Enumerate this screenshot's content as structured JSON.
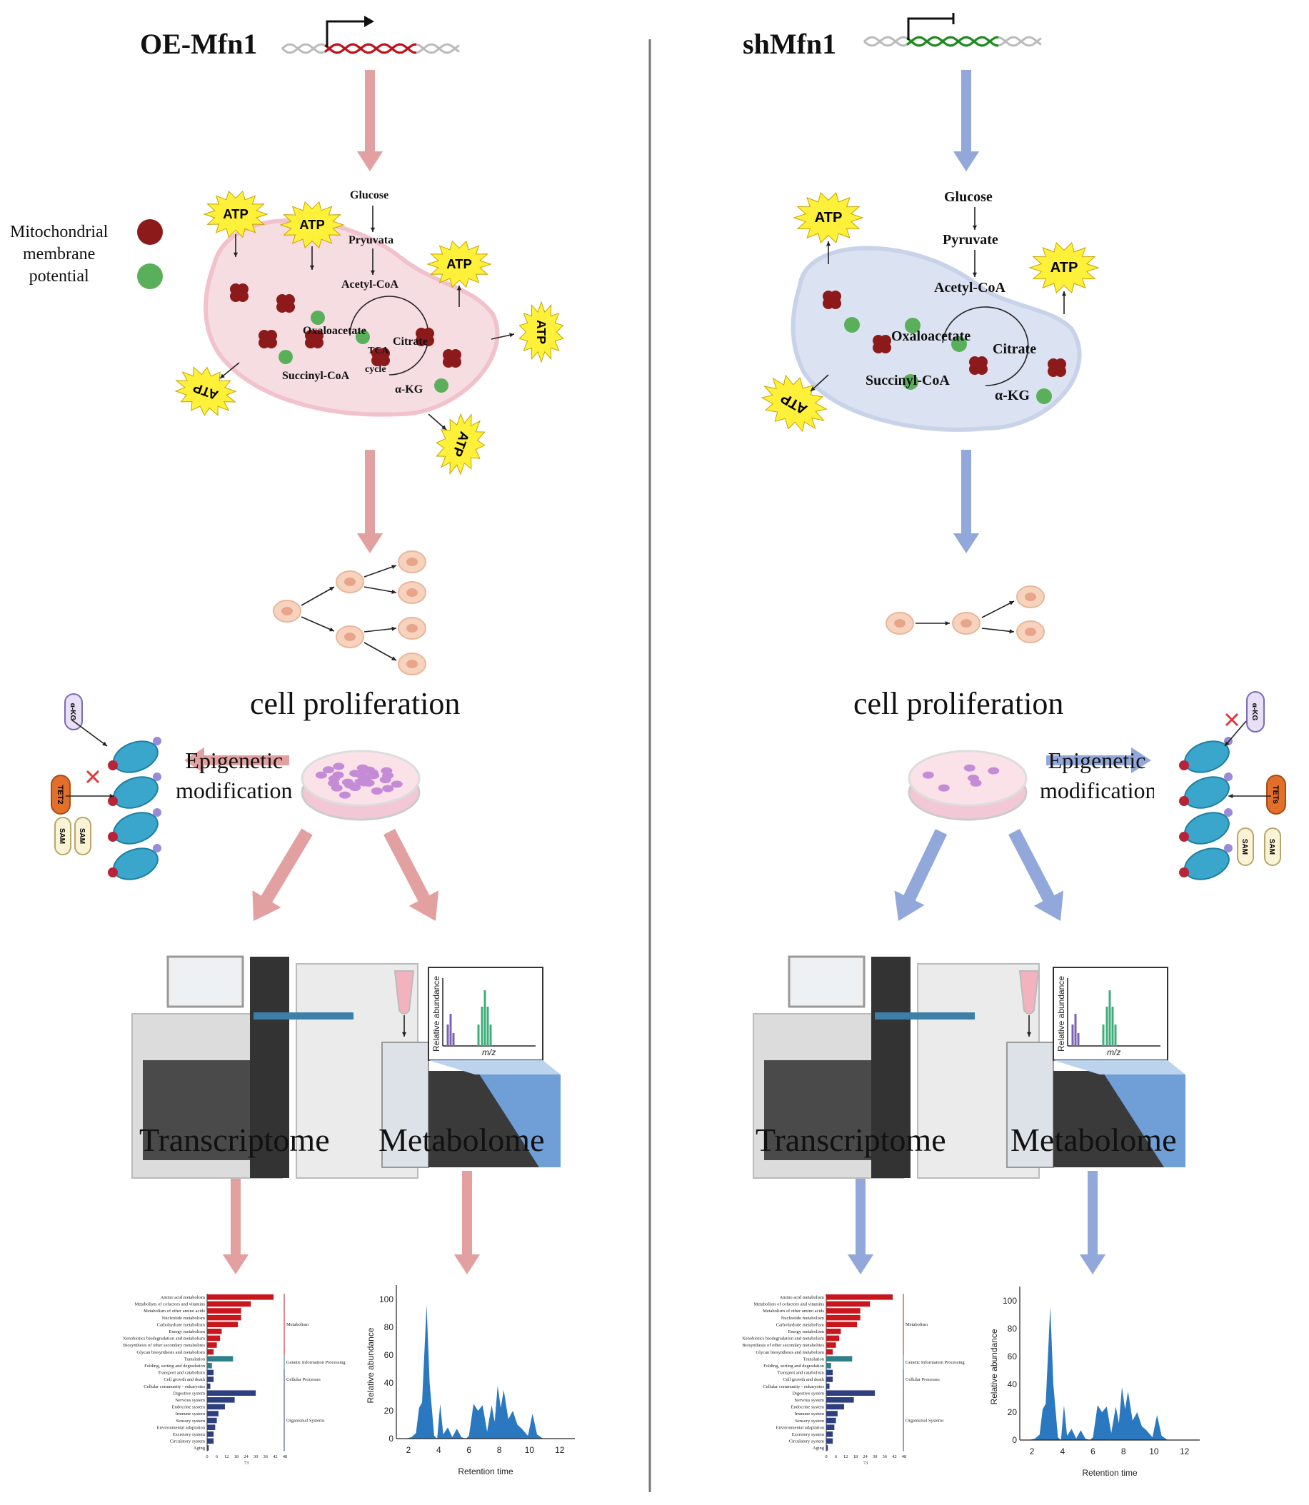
{
  "palette": {
    "left_arrow": "#e3a0a0",
    "right_arrow": "#93a8da",
    "divider": "#777777",
    "atp_fill": "#fff03a",
    "red_dot": "#8c1a1a",
    "green_dot": "#5ab05a",
    "mito_left": "#f6dde2",
    "mito_right": "#dbe2f1",
    "chrom_fill": "#3aa6cc",
    "bar_red": "#c8161d",
    "bar_teal": "#2e7f8a",
    "bar_navy": "#2e3f80",
    "peak_fill": "#2a78c0"
  },
  "legend": {
    "line1": "Mitochondrial",
    "line2": "membrane",
    "line3": "potential"
  },
  "atp_label": "ATP",
  "left": {
    "title": "OE-Mfn1",
    "metabolites": {
      "glucose": "Glucose",
      "pyruvate": "Pryuvata",
      "acetyl": "Acetyl-CoA",
      "oxaloacetate": "Oxaloacetate",
      "citrate": "Citrate",
      "succinyl": "Succinyl-CoA",
      "akg": "α-KG",
      "tca1": "TCA",
      "tca2": "cycle"
    },
    "prolif": "cell proliferation",
    "epi1": "Epigenetic",
    "epi2": "modification",
    "transcriptome": "Transcriptome",
    "metabolome": "Metabolome"
  },
  "right": {
    "title": "shMfn1",
    "metabolites": {
      "glucose": "Glucose",
      "pyruvate": "Pyruvate",
      "acetyl": "Acetyl-CoA",
      "oxaloacetate": "Oxaloacetate",
      "citrate": "Citrate",
      "succinyl": "Succinyl-CoA",
      "akg": "α-KG"
    },
    "prolif": "cell proliferation",
    "epi1": "Epigenetic",
    "epi2": "modification",
    "transcriptome": "Transcriptome",
    "metabolome": "Metabolome"
  },
  "epi_icons": {
    "left_enzyme": "TET2",
    "right_enzyme": "TETs",
    "sam": "SAM",
    "akg": "α-KG"
  },
  "mass_spec": {
    "ylabel": "Relative abundance",
    "xlabel": "m/z"
  },
  "chart_data": [
    {
      "type": "bar",
      "orientation": "horizontal",
      "categories": [
        "Amino acid metabolism",
        "Metabolism of cofactors and vitamins",
        "Metabolism of other amino acids",
        "Nucleotide metabolism",
        "Carbohydrate metabolism",
        "Energy metabolism",
        "Xenobiotics biodegradation and metabolism",
        "Biosynthesis of other secondary metabolites",
        "Glycan biosynthesis and metabolism",
        "Translation",
        "Folding, sorting and degradation",
        "Transport and catabolism",
        "Cell growth and death",
        "Cellular community - eukaryotes",
        "Digestive system",
        "Nervous system",
        "Endocrine system",
        "Immune system",
        "Sensory system",
        "Environmental adaptation",
        "Excretory system",
        "Circulatory system",
        "Aging"
      ],
      "values": [
        41,
        27,
        21,
        21,
        19,
        9,
        8,
        6,
        4,
        16,
        3,
        4,
        4,
        2,
        30,
        17,
        11,
        7,
        6,
        5,
        4,
        4,
        1
      ],
      "groups": [
        {
          "name": "Metabolism",
          "start": 0,
          "end": 8,
          "color": "#c8161d"
        },
        {
          "name": "Genetic Information Processing",
          "start": 9,
          "end": 10,
          "color": "#2e7f8a"
        },
        {
          "name": "Cellular Processes",
          "start": 11,
          "end": 13,
          "color": "#2e3f80"
        },
        {
          "name": "Organismal Systems",
          "start": 14,
          "end": 22,
          "color": "#2e3f80"
        }
      ],
      "xticks": [
        0,
        6,
        12,
        18,
        24,
        30,
        36,
        42,
        48
      ],
      "xlabel": "73",
      "xlim": [
        0,
        48
      ]
    },
    {
      "type": "area",
      "x": [
        1.8,
        2.2,
        2.5,
        2.7,
        2.9,
        3.2,
        3.4,
        3.7,
        3.9,
        4.1,
        4.3,
        4.6,
        4.9,
        5.2,
        5.5,
        5.8,
        6.0,
        6.3,
        6.6,
        6.9,
        7.2,
        7.5,
        7.7,
        7.9,
        8.1,
        8.3,
        8.6,
        8.9,
        9.2,
        9.5,
        9.9,
        10.2,
        10.5,
        10.9,
        11.3
      ],
      "y": [
        0,
        1,
        4,
        22,
        26,
        96,
        40,
        2,
        0,
        25,
        3,
        8,
        1,
        7,
        1,
        0,
        2,
        25,
        20,
        24,
        5,
        24,
        12,
        38,
        22,
        35,
        14,
        20,
        10,
        7,
        2,
        18,
        3,
        0,
        0
      ],
      "xlabel": "Retention time",
      "ylabel": "Relative abundance",
      "xticks": [
        2,
        4,
        6,
        8,
        10,
        12
      ],
      "yticks": [
        0,
        20,
        40,
        60,
        80,
        100
      ],
      "xlim": [
        1.2,
        13.0
      ],
      "ylim": [
        0,
        105
      ]
    }
  ]
}
